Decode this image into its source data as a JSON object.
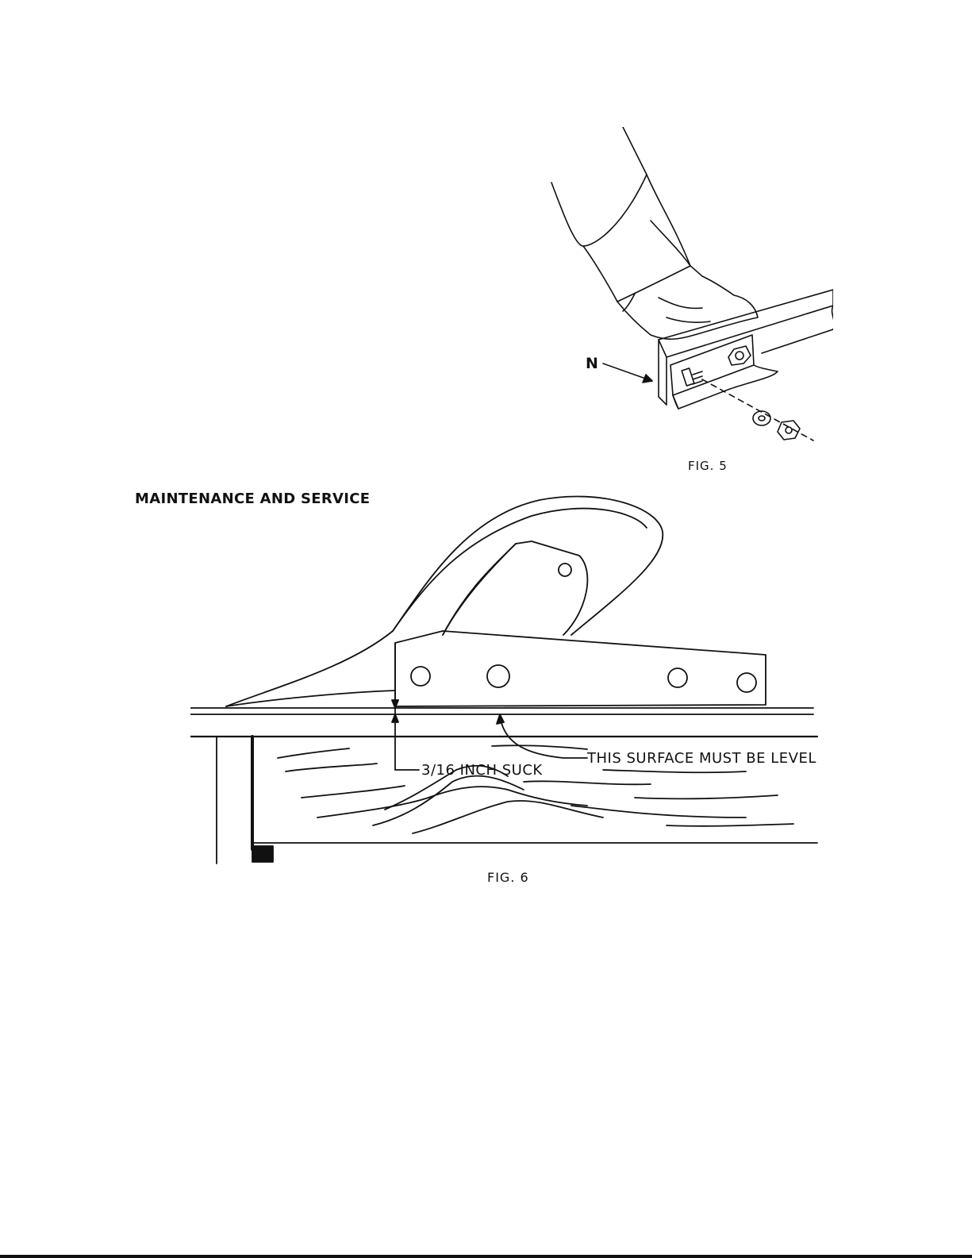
{
  "section_heading": "MAINTENANCE AND SERVICE",
  "fig5": {
    "caption": "FIG. 5",
    "callout": "N"
  },
  "fig6": {
    "caption": "FIG. 6",
    "level_note": "THIS SURFACE MUST BE LEVEL",
    "suck_note": "3/16 INCH SUCK"
  }
}
